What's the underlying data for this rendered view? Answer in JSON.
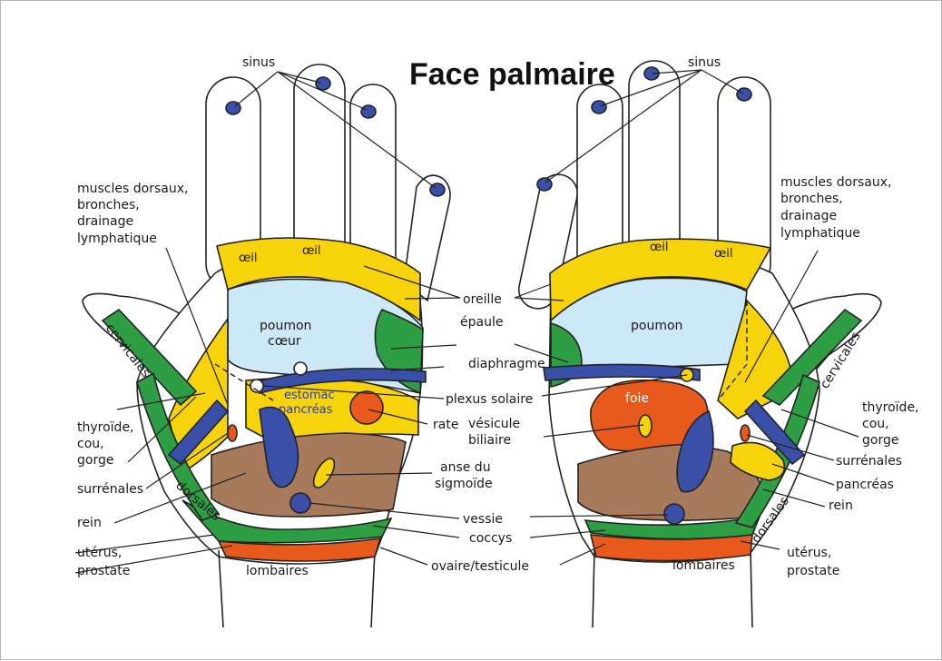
{
  "title": "Face palmaire",
  "labels": {
    "sinus_left": "sinus",
    "sinus_right": "sinus",
    "muscles_left": [
      "muscles dorsaux,",
      "bronches,",
      "drainage",
      "lymphatique"
    ],
    "muscles_right": [
      "muscles dorsaux,",
      "bronches,",
      "drainage",
      "lymphatique"
    ],
    "eye": "œil",
    "ear": "oreille",
    "lung_left": [
      "poumon",
      "cœur"
    ],
    "lung_right": "poumon",
    "shoulder": "épaule",
    "diaphragm": "diaphragme",
    "solar_plexus": "plexus solaire",
    "stomach": "estomac",
    "pancreas": "pancréas",
    "spleen": "rate",
    "liver": "foie",
    "gallbladder": [
      "vésicule",
      "biliaire"
    ],
    "sigmoid": [
      "anse du",
      "sigmoïde"
    ],
    "bladder": "vessie",
    "coccyx": "coccys",
    "ovary": "ovaire/testicule",
    "lumbar": "lombaires",
    "thyroid": [
      "thyroïde,",
      "cou,",
      "gorge"
    ],
    "adrenal": "surrénales",
    "kidney": "rein",
    "uterus": [
      "utérus,",
      "prostate"
    ],
    "cervical": "cervicales",
    "dorsal": "dorsales"
  },
  "colors": {
    "yellow": "#f6d30a",
    "light_blue": "#cde8f6",
    "green": "#2e9e44",
    "blue": "#3a4fa8",
    "orange": "#e85a1c",
    "brown": "#a87a5c"
  }
}
